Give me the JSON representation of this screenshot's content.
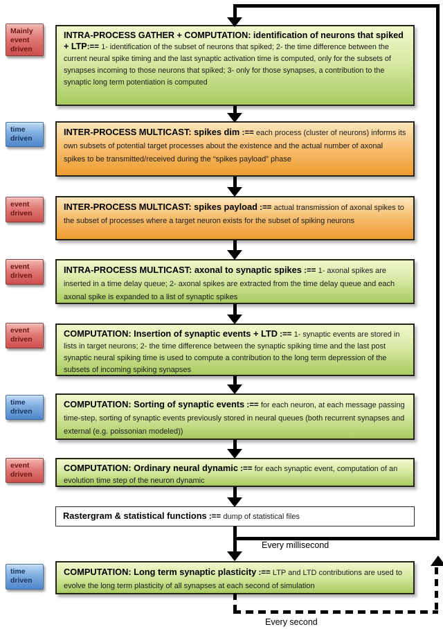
{
  "left_labels": [
    {
      "text": "Mainly event driven",
      "type": "red"
    },
    {
      "text": "time driven",
      "type": "blue"
    },
    {
      "text": "event driven",
      "type": "red"
    },
    {
      "text": "event driven",
      "type": "red"
    },
    {
      "text": "event driven",
      "type": "red"
    },
    {
      "text": "time driven",
      "type": "blue"
    },
    {
      "text": "event driven",
      "type": "red"
    },
    {
      "text": "time driven",
      "type": "blue"
    }
  ],
  "boxes": [
    {
      "title": "INTRA-PROCESS GATHER + COMPUTATION: identification of neurons that spiked + LTP",
      "sep": ":== ",
      "body": "1- identification of the subset of neurons that spiked; 2- the time difference between  the current neural spike timing and the last synaptic activation time  is computed, only for the subsets of synapses incoming to those neurons that spiked; 3- only for those synapses, a contribution to the synaptic long term potentiation is computed",
      "color": "green"
    },
    {
      "title": "INTER-PROCESS MULTICAST: spikes dim",
      "sep": " :== ",
      "body": "each process (cluster of neurons) informs its own subsets of potential target processes about the  existence  and the actual  number of axonal spikes to be transmitted/received during the  “spikes payload” phase",
      "color": "orange"
    },
    {
      "title": "INTER-PROCESS MULTICAST: spikes payload",
      "sep": " :== ",
      "body": "actual transmission of axonal spikes to the subset of processes where a target neuron exists for the  subset of spiking neurons",
      "color": "orange"
    },
    {
      "title": "INTRA-PROCESS MULTICAST: axonal to synaptic spikes",
      "sep": " :== ",
      "body": "1- axonal spikes are inserted in a time delay queue;  2- axonal spikes are extracted from the time delay queue and each axonal spike is expanded to a list of synaptic spikes",
      "color": "green"
    },
    {
      "title": "COMPUTATION: Insertion of synaptic events + LTD",
      "sep": " :== ",
      "body": "1- synaptic events are stored in lists in target neurons; 2- the time difference between  the synaptic spiking time and the  last post synaptic neural spiking time  is used to compute a contribution to the  long term  depression of the subsets of incoming spiking synapses",
      "color": "green"
    },
    {
      "title": "COMPUTATION: Sorting of synaptic events",
      "sep": " :== ",
      "body": "for each neuron, at each message passing time-step, sorting of synaptic events  previously stored in neural queues (both recurrent synapses and external (e.g.  poissonian modeled))",
      "color": "green"
    },
    {
      "title": "COMPUTATION: Ordinary neural dynamic",
      "sep": " :== ",
      "body": "for each synaptic event, computation of an evolution time step of the neuron  dynamic",
      "color": "green"
    },
    {
      "title": "Rastergram & statistical functions",
      "sep": " :== ",
      "body": "dump of statistical files",
      "color": "white"
    },
    {
      "title": "COMPUTATION: Long term synaptic  plasticity",
      "sep": " :== ",
      "body": "LTP and LTD contributions are used to  evolve the  long term  plasticity of all synapses at each second of simulation",
      "color": "green"
    }
  ],
  "loop": {
    "every_millisecond": "Every millisecond",
    "every_second": "Every second"
  },
  "colors": {
    "green_box_top": "#f1f8cd",
    "green_box_bottom": "#a8cb60",
    "orange_box_top": "#fde7bb",
    "orange_box_bottom": "#ee9c2e",
    "red_label": "#cc4f4d",
    "blue_label": "#4f86cc",
    "line": "#000000"
  }
}
